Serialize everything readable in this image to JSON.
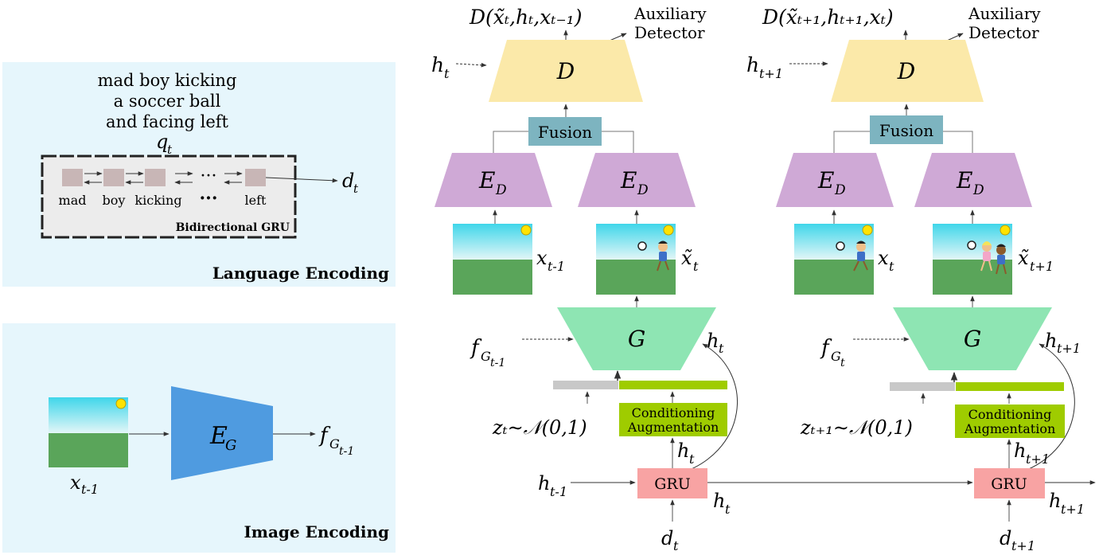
{
  "language_panel": {
    "caption_line1": "mad boy kicking",
    "caption_line2": "a soccer ball",
    "caption_line3": "and facing left",
    "q_label": "q",
    "q_sub": "t",
    "gru_title": "Bidirectional GRU",
    "tokens": [
      "mad",
      "boy",
      "kicking",
      "left"
    ],
    "dots_top": "···",
    "dots_bottom": "···",
    "output_label": "d",
    "output_sub": "t",
    "section_title": "Language Encoding"
  },
  "image_panel": {
    "input_label": "x",
    "input_sub": "t-1",
    "encoder_label": "E",
    "encoder_sub": "G",
    "output_label": "f",
    "output_sub": "G",
    "output_subsub": "t-1",
    "section_title": "Image Encoding"
  },
  "left_column": {
    "d_output": "D(x̃ₜ,hₜ,xₜ₋₁)",
    "aux": "Auxiliary",
    "aux2": "Detector",
    "h_in": "h",
    "h_in_sub": "t",
    "disc": "D",
    "fusion": "Fusion",
    "ed_left": "E",
    "ed_left_sub": "D",
    "ed_right": "E",
    "ed_right_sub": "D",
    "x_prev": "x",
    "x_prev_sub": "t-1",
    "x_gen": "x̃",
    "x_gen_sub": "t",
    "gen": "G",
    "f_label": "f",
    "f_sub": "G",
    "f_subsub": "t-1",
    "h_out": "h",
    "h_out_sub": "t",
    "z_label": "zₜ∼𝒩(0,1)",
    "ca_line1": "Conditioning",
    "ca_line2": "Augmentation",
    "h_ca": "h",
    "h_ca_sub": "t",
    "h_prev": "h",
    "h_prev_sub": "t-1",
    "gru": "GRU",
    "h_next": "h",
    "h_next_sub": "t",
    "d_in": "d",
    "d_in_sub": "t"
  },
  "right_column": {
    "d_output": "D(x̃ₜ₊₁,hₜ₊₁,xₜ)",
    "aux": "Auxiliary",
    "aux2": "Detector",
    "h_in": "h",
    "h_in_sub": "t+1",
    "disc": "D",
    "fusion": "Fusion",
    "ed_left": "E",
    "ed_left_sub": "D",
    "ed_right": "E",
    "ed_right_sub": "D",
    "x_prev": "x",
    "x_prev_sub": "t",
    "x_gen": "x̃",
    "x_gen_sub": "t+1",
    "gen": "G",
    "f_label": "f",
    "f_sub": "G",
    "f_subsub": "t",
    "h_out": "h",
    "h_out_sub": "t+1",
    "z_label": "zₜ₊₁∼𝒩(0,1)",
    "ca_line1": "Conditioning",
    "ca_line2": "Augmentation",
    "h_ca": "h",
    "h_ca_sub": "t+1",
    "gru": "GRU",
    "h_next": "h",
    "h_next_sub": "t+1",
    "d_in": "d",
    "d_in_sub": "t+1"
  },
  "colors": {
    "panel_bg": "#e6f6fc",
    "discriminator": "#fbe9a9",
    "encoder_d": "#cfa9d6",
    "fusion": "#7db4c0",
    "generator": "#8ee5b3",
    "image_encoder": "#4f9be0",
    "gru": "#f8a3a3",
    "ca": "#9fcc00",
    "noise_bar": "#c8c8c8",
    "token": "#c8b6b6",
    "sky_top": "#45d8e8",
    "grass": "#5aa55a"
  }
}
